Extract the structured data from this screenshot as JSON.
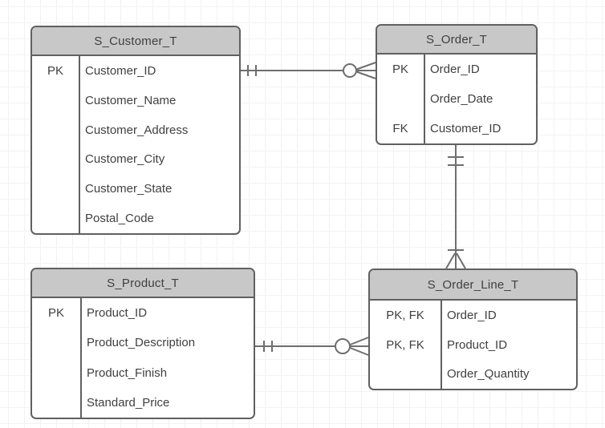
{
  "diagram": {
    "type": "entity-relationship-diagram",
    "notation": "crows-foot",
    "colors": {
      "header_fill": "#c8c8c8",
      "entity_border": "#606060",
      "text": "#404040",
      "connector": "#6e6e6e",
      "background": "#ffffff",
      "grid_line": "#f4f2f2"
    },
    "entities": [
      {
        "name": "S_Customer_T",
        "rows": [
          {
            "key": "PK",
            "field": "Customer_ID"
          },
          {
            "key": "",
            "field": "Customer_Name"
          },
          {
            "key": "",
            "field": "Customer_Address"
          },
          {
            "key": "",
            "field": "Customer_City"
          },
          {
            "key": "",
            "field": "Customer_State"
          },
          {
            "key": "",
            "field": "Postal_Code"
          }
        ]
      },
      {
        "name": "S_Order_T",
        "rows": [
          {
            "key": "PK",
            "field": "Order_ID"
          },
          {
            "key": "",
            "field": "Order_Date"
          },
          {
            "key": "FK",
            "field": "Customer_ID"
          }
        ]
      },
      {
        "name": "S_Product_T",
        "rows": [
          {
            "key": "PK",
            "field": "Product_ID"
          },
          {
            "key": "",
            "field": "Product_Description"
          },
          {
            "key": "",
            "field": "Product_Finish"
          },
          {
            "key": "",
            "field": "Standard_Price"
          }
        ]
      },
      {
        "name": "S_Order_Line_T",
        "rows": [
          {
            "key": "PK, FK",
            "field": "Order_ID"
          },
          {
            "key": "PK, FK",
            "field": "Product_ID"
          },
          {
            "key": "",
            "field": "Order_Quantity"
          }
        ]
      }
    ],
    "relationships": [
      {
        "from": "S_Customer_T",
        "to": "S_Order_T",
        "from_cardinality": "one-and-only-one",
        "to_cardinality": "zero-or-many"
      },
      {
        "from": "S_Order_T",
        "to": "S_Order_Line_T",
        "from_cardinality": "one-and-only-one",
        "to_cardinality": "one-or-many"
      },
      {
        "from": "S_Product_T",
        "to": "S_Order_Line_T",
        "from_cardinality": "one-and-only-one",
        "to_cardinality": "zero-or-many"
      }
    ]
  }
}
